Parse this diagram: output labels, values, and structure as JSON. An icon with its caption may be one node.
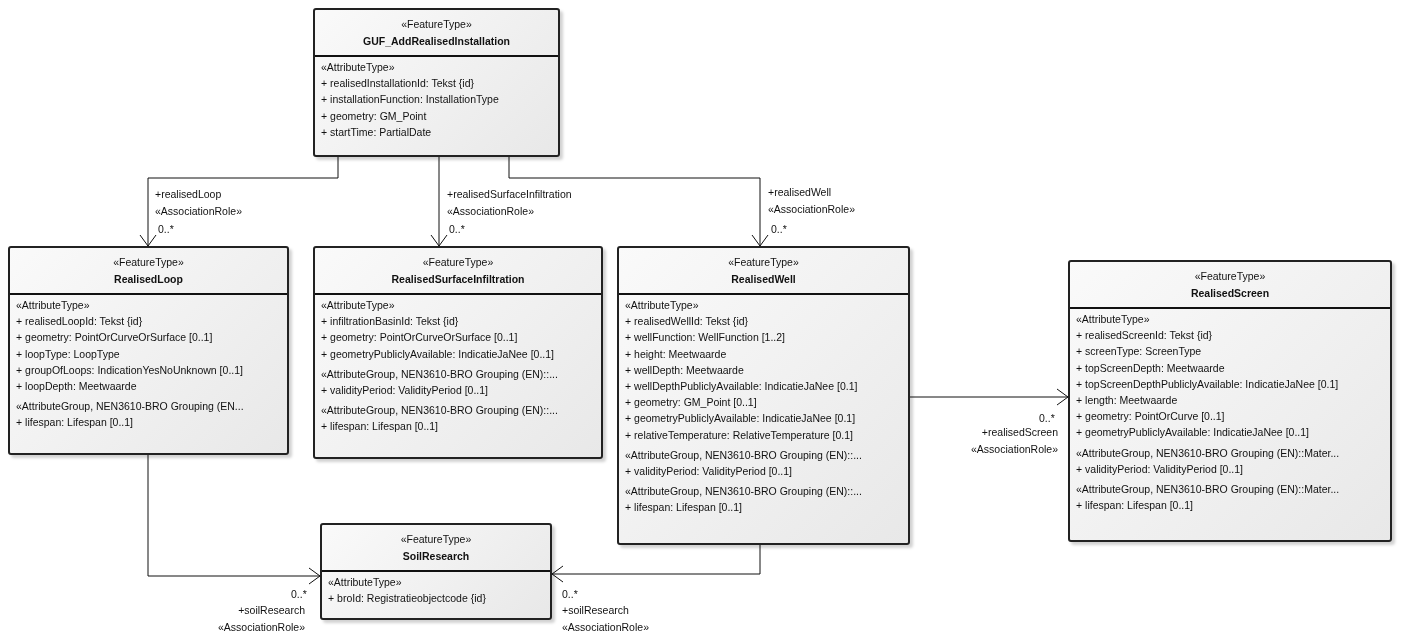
{
  "diagram": {
    "nodes": [
      {
        "text": [
          "«FeatureType»",
          "GUF_AddRealisedInstallation",
          "«AttributeType»",
          "+ realisedInstallationId: Tekst {id}",
          "+ installationFunction: InstallationType",
          "+ geometry: GM_Point",
          "+ startTime: PartialDate"
        ]
      },
      {
        "text": [
          "«FeatureType»",
          "RealisedLoop",
          "«AttributeType»",
          "+ realisedLoopId: Tekst {id}",
          "+ geometry: PointOrCurveOrSurface [0..1]",
          "+ loopType: LoopType",
          "+ groupOfLoops: IndicationYesNoUnknown [0..1]",
          "+ loopDepth: Meetwaarde",
          "«AttributeGroup, NEN3610-BRO Grouping (EN...",
          "+ lifespan: Lifespan [0..1]"
        ]
      },
      {
        "text": [
          "«FeatureType»",
          "RealisedSurfaceInfiltration",
          "«AttributeType»",
          "+ infiltrationBasinId: Tekst {id}",
          "+ geometry: PointOrCurveOrSurface [0..1]",
          "+ geometryPubliclyAvailable: IndicatieJaNee [0..1]",
          "«AttributeGroup, NEN3610-BRO Grouping (EN)::...",
          "+ validityPeriod: ValidityPeriod [0..1]",
          "«AttributeGroup, NEN3610-BRO Grouping (EN)::...",
          "+ lifespan: Lifespan [0..1]"
        ]
      },
      {
        "text": [
          "«FeatureType»",
          "RealisedWell",
          "«AttributeType»",
          "+ realisedWellId: Tekst {id}",
          "+ wellFunction: WellFunction [1..2]",
          "+ height: Meetwaarde",
          "+ wellDepth: Meetwaarde",
          "+ wellDepthPubliclyAvailable: IndicatieJaNee [0.1]",
          "+ geometry: GM_Point [0..1]",
          "+ geometryPubliclyAvailable: IndicatieJaNee [0.1]",
          "+ relativeTemperature: RelativeTemperature [0.1]",
          "«AttributeGroup, NEN3610-BRO Grouping (EN)::...",
          "+ validityPeriod: ValidityPeriod [0..1]",
          "«AttributeGroup, NEN3610-BRO Grouping (EN)::...",
          "+ lifespan: Lifespan [0..1]"
        ]
      },
      {
        "text": [
          "«FeatureType»",
          "RealisedScreen",
          "«AttributeType»",
          "+ realisedScreenId: Tekst {id}",
          "+ screenType: ScreenType",
          "+ topScreenDepth: Meetwaarde",
          "+ topScreenDepthPubliclyAvailable: IndicatieJaNee [0.1]",
          "+ length: Meetwaarde",
          "+ geometry: PointOrCurve [0..1]",
          "+ geometryPubliclyAvailable: IndicatieJaNee [0..1]",
          "«AttributeGroup, NEN3610-BRO Grouping (EN)::Mater...",
          "+ validityPeriod: ValidityPeriod [0..1]",
          "«AttributeGroup, NEN3610-BRO Grouping (EN)::Mater...",
          "+ lifespan: Lifespan [0..1]"
        ]
      },
      {
        "text": [
          "«FeatureType»",
          "SoilResearch",
          "«AttributeType»",
          "+ broId: Registratieobjectcode {id}"
        ]
      }
    ],
    "edges": [
      {
        "from": 0,
        "to": 1,
        "arrow": "to",
        "label": "+realisedLoop «AssociationRole»"
      },
      {
        "from": 0,
        "to": 2,
        "arrow": "to",
        "label": "+realisedSurfaceInfiltration «AssociationRole»"
      },
      {
        "from": 0,
        "to": 3,
        "arrow": "to",
        "label": "+realisedWell «AssociationRole»"
      },
      {
        "from": 3,
        "to": 4,
        "arrow": "to",
        "label": "+realisedScreen «AssociationRole»"
      },
      {
        "from": 1,
        "to": 5,
        "arrow": "to",
        "label": "+soilResearch «AssociationRole»"
      },
      {
        "from": 3,
        "to": 5,
        "arrow": "to",
        "label": "+soilResearch «AssociationRole»"
      }
    ],
    "labels": [
      "0..*",
      "0..*",
      "0..*",
      "0..*",
      "0..*",
      "0..*"
    ]
  }
}
